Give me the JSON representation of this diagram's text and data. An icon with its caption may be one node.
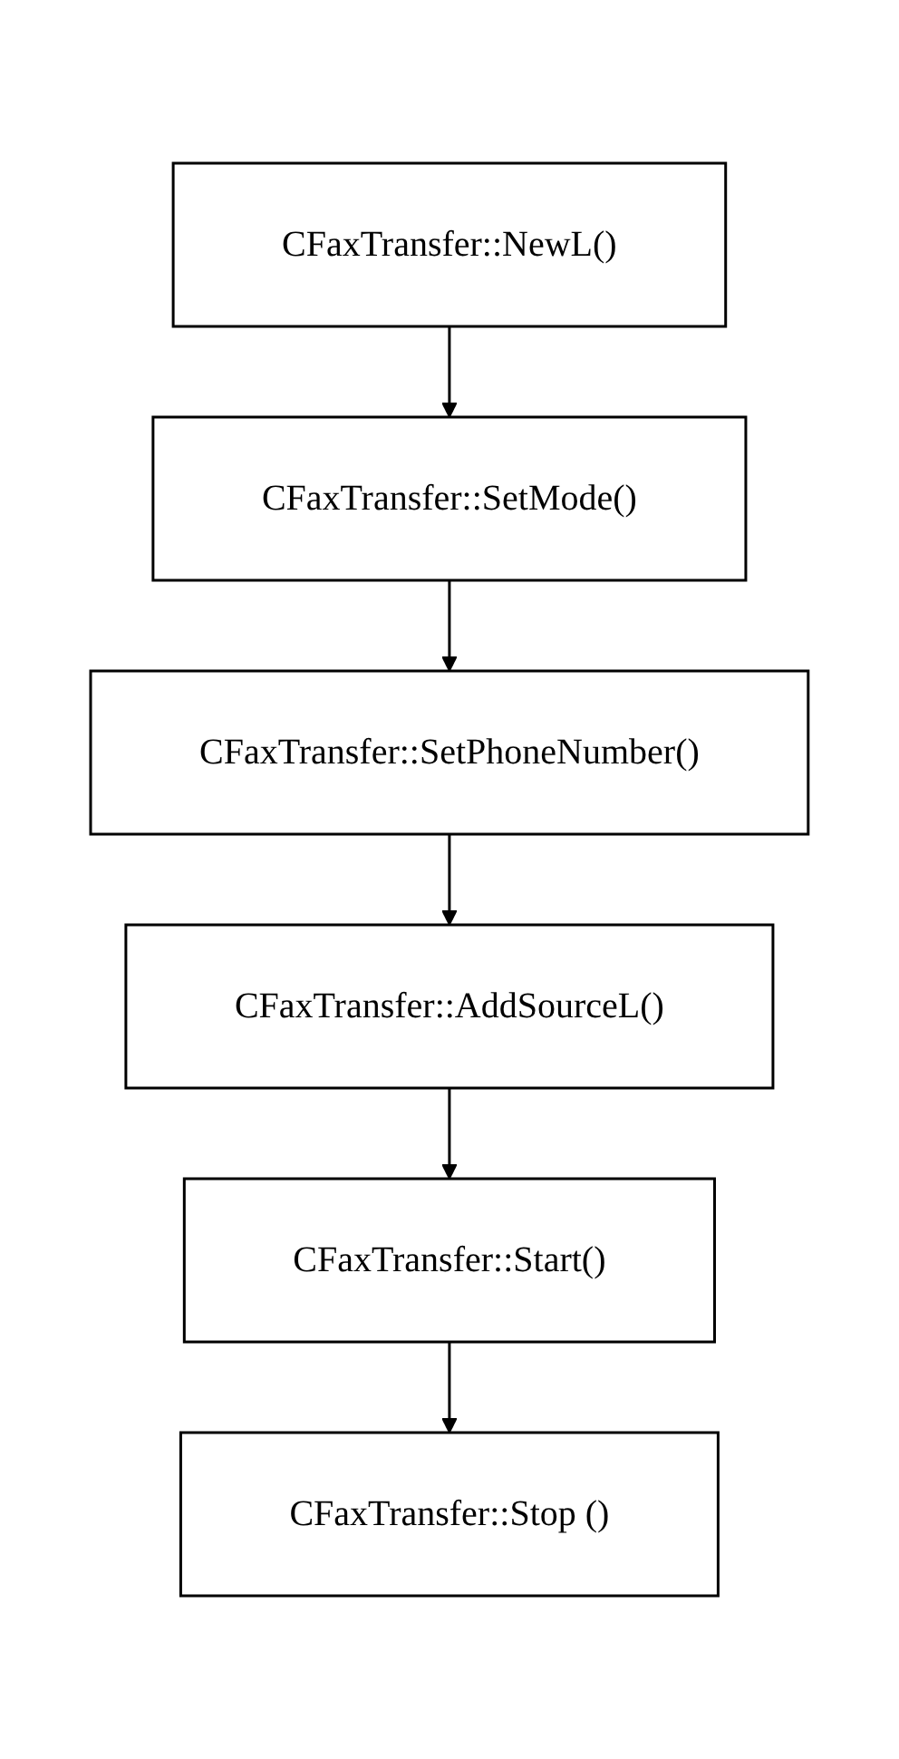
{
  "diagram": {
    "nodes": [
      {
        "text": [
          "CFaxTransfer::NewL()"
        ]
      },
      {
        "text": [
          "CFaxTransfer::SetMode()"
        ]
      },
      {
        "text": [
          "CFaxTransfer::SetPhoneNumber()"
        ]
      },
      {
        "text": [
          "CFaxTransfer::AddSourceL()"
        ]
      },
      {
        "text": [
          "CFaxTransfer::Start()"
        ]
      },
      {
        "text": [
          "CFaxTransfer::Stop ()"
        ]
      }
    ],
    "edges": [
      {
        "from": 0,
        "to": 1,
        "arrow": "to"
      },
      {
        "from": 1,
        "to": 2,
        "arrow": "to"
      },
      {
        "from": 2,
        "to": 3,
        "arrow": "to"
      },
      {
        "from": 3,
        "to": 4,
        "arrow": "to"
      },
      {
        "from": 4,
        "to": 5,
        "arrow": "to"
      }
    ]
  }
}
